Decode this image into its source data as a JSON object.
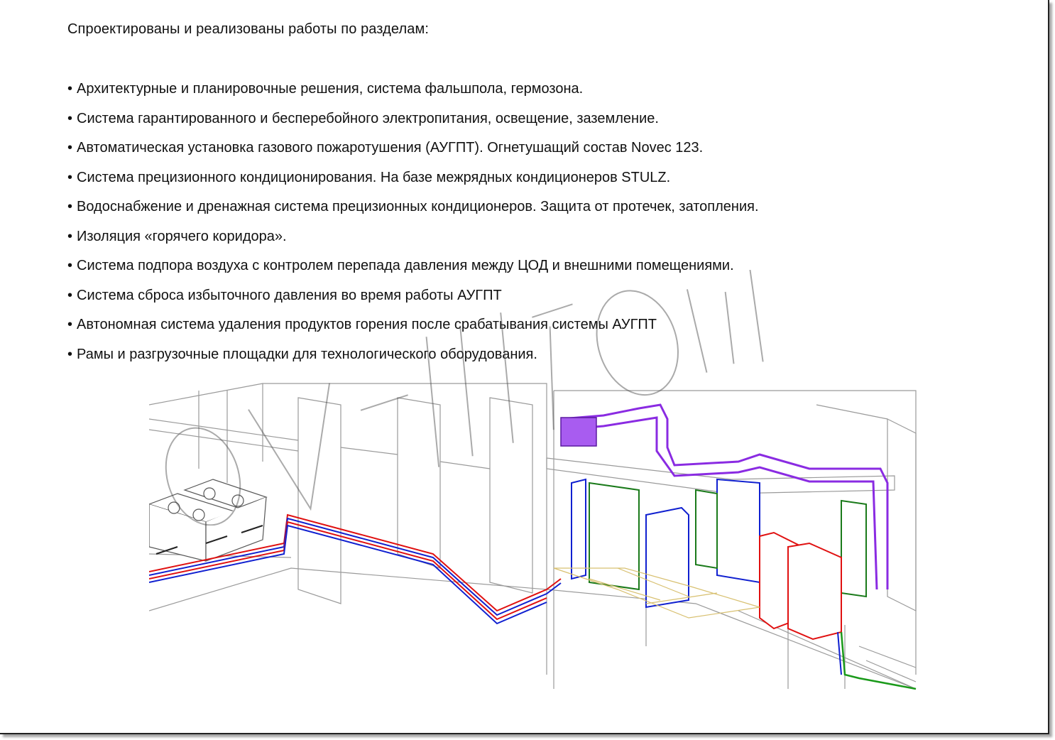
{
  "heading": "Спроектированы и реализованы работы по разделам:",
  "bullet_char": "•",
  "items": [
    "Архитектурные и планировочные решения, система фальшпола, гермозона.",
    "Система гарантированного и бесперебойного электропитания, освещение, заземление.",
    "Автоматическая установка газового пожаротушения (АУГПТ). Огнетушащий состав Novec 123.",
    "Система прецизионного кондиционирования. На базе межрядных кондиционеров STULZ.",
    "Водоснабжение и дренажная система прецизионных кондиционеров. Защита от протечек, затопления.",
    "Изоляция «горячего коридора».",
    "Система подпора воздуха с контролем перепада давления между ЦОД и внешними помещениями.",
    "Система сброса избыточного давления во время работы АУГПТ",
    "Автономная система удаления продуктов горения после срабатывания системы АУГПТ",
    "Рамы и разгрузочные площадки для технологического оборудования."
  ],
  "colors": {
    "text": "#111111",
    "pipe_red": "#e01010",
    "pipe_blue": "#1020d0",
    "duct_purple": "#8a2be2",
    "rack_green": "#1a7a1a",
    "line_gray": "#9a9a9a"
  }
}
